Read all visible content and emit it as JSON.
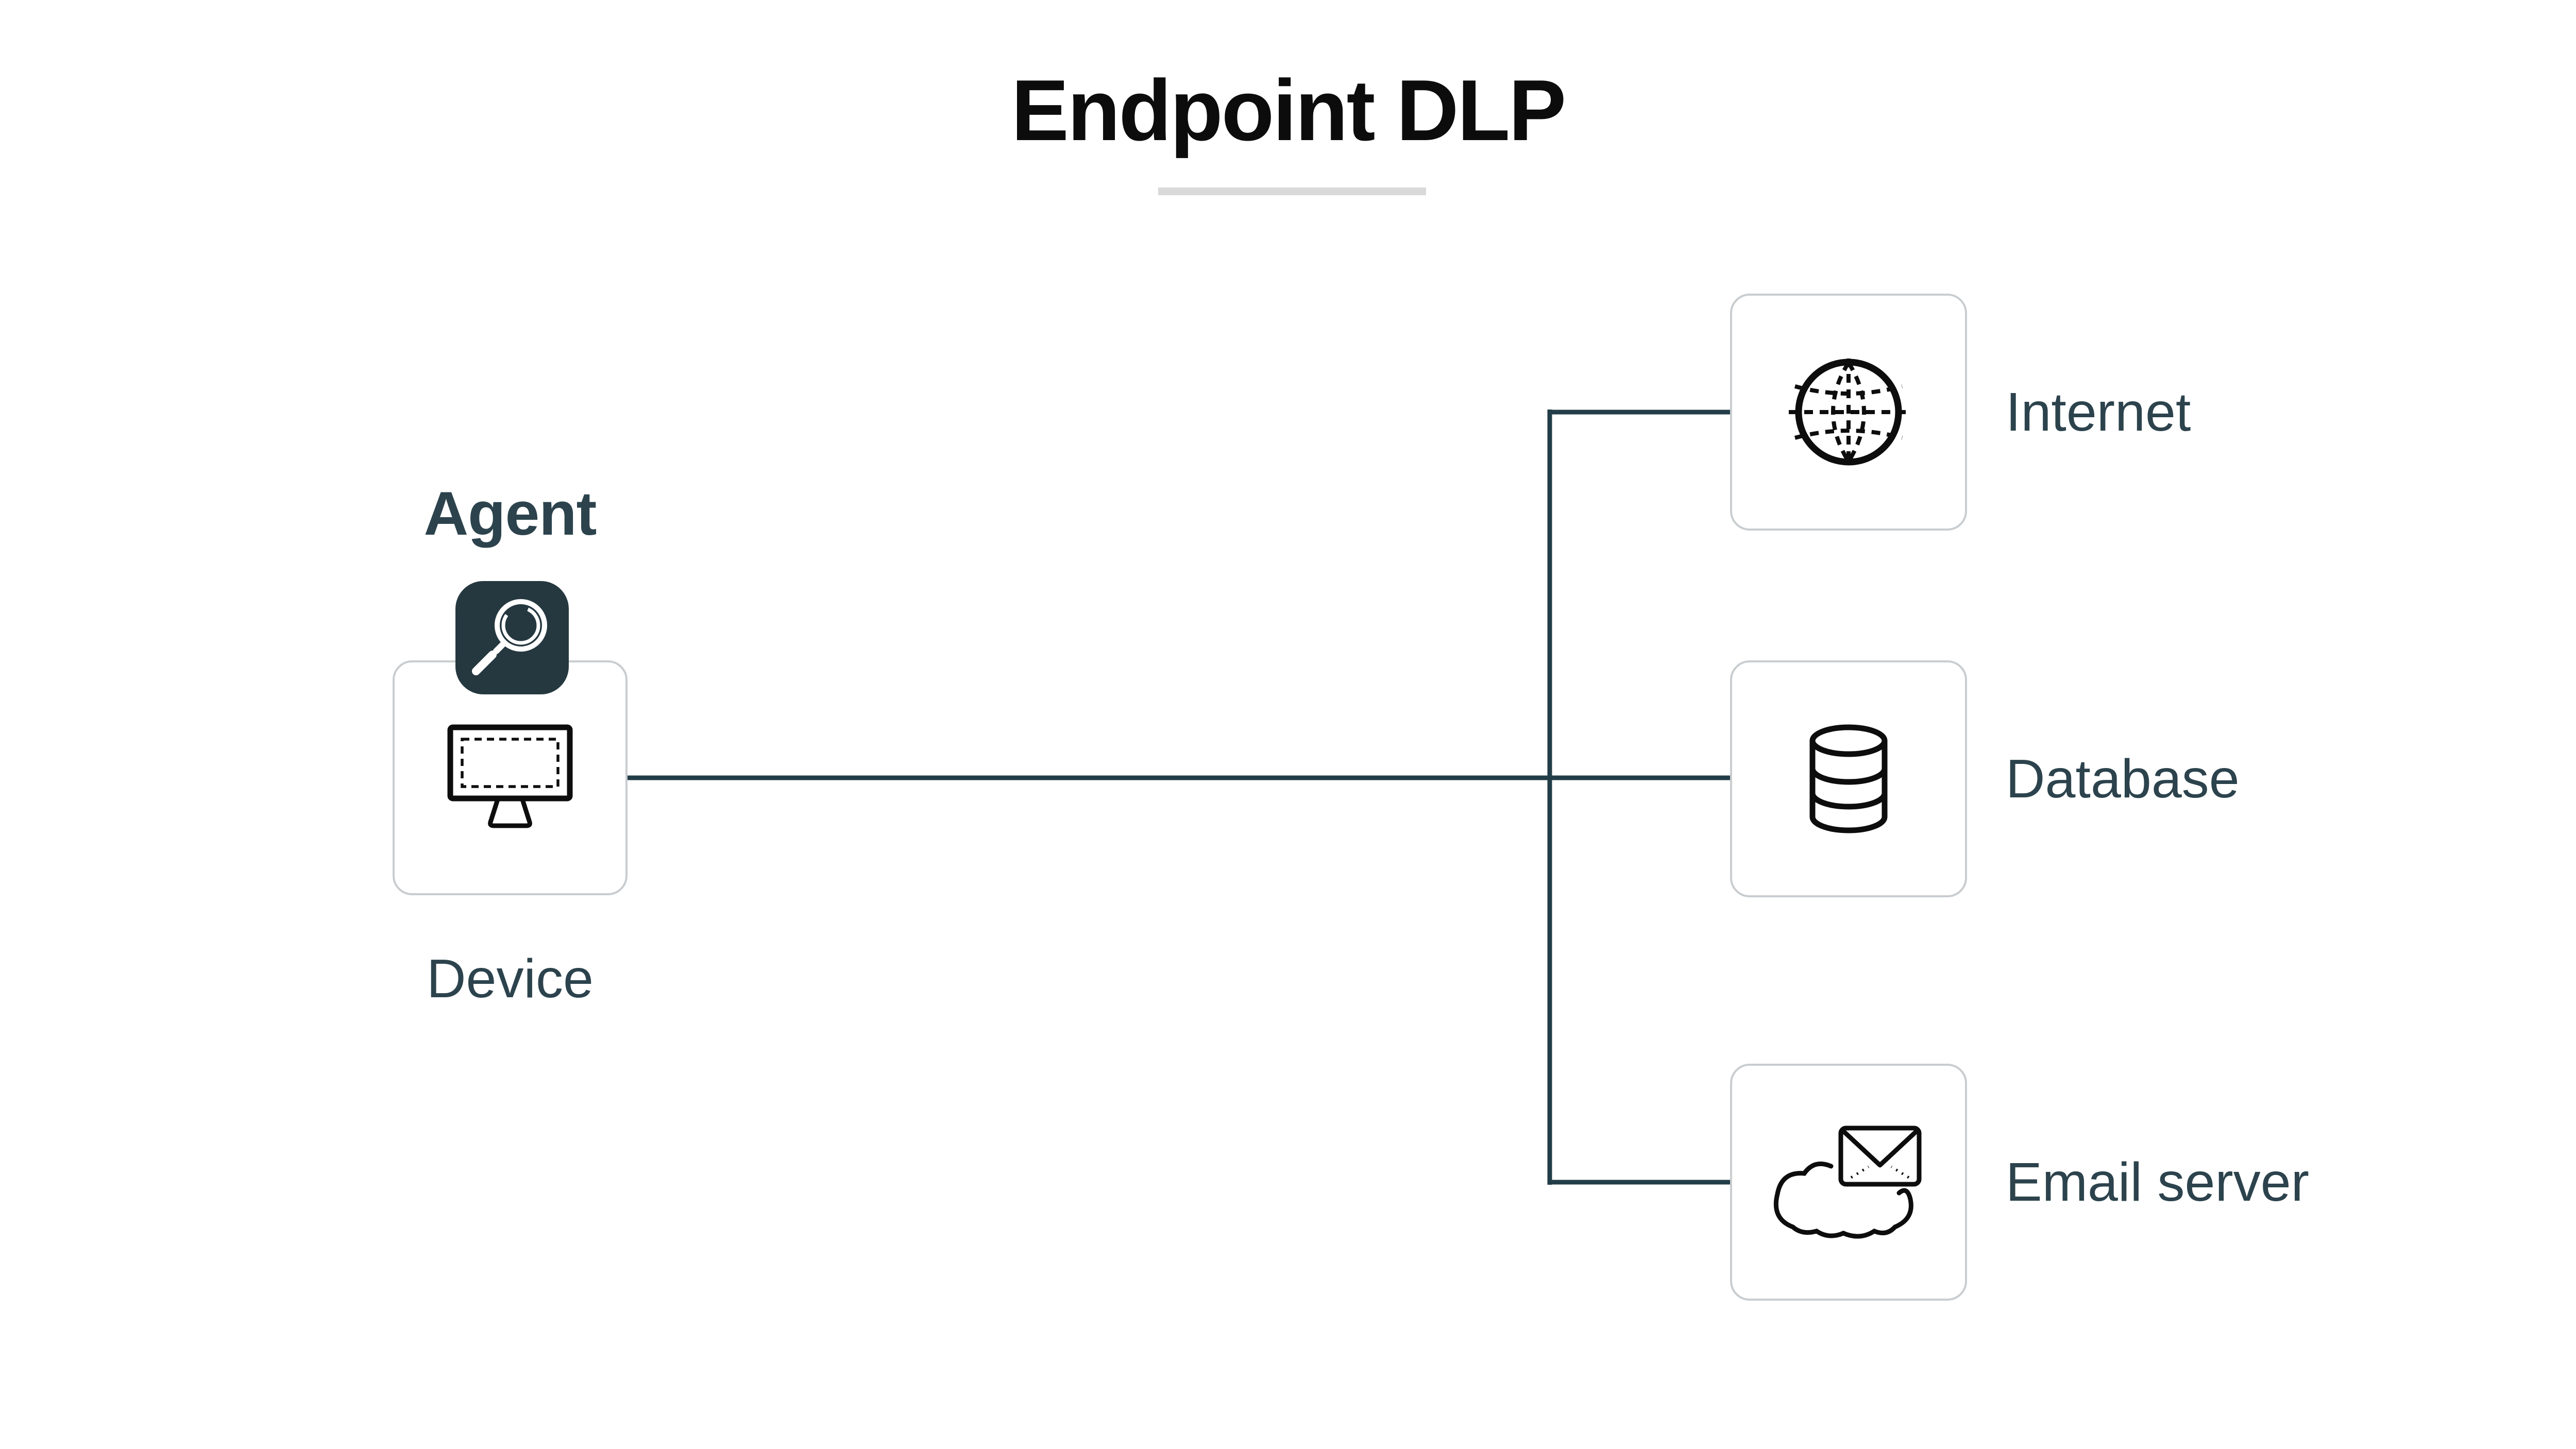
{
  "title": "Endpoint DLP",
  "agent": {
    "label": "Agent",
    "icon": "magnifier-icon"
  },
  "device": {
    "label": "Device",
    "icon": "monitor-icon"
  },
  "targets": [
    {
      "label": "Internet",
      "icon": "globe-icon"
    },
    {
      "label": "Database",
      "icon": "database-icon"
    },
    {
      "label": "Email server",
      "icon": "cloud-email-icon"
    }
  ],
  "colors": {
    "background": "#ffffff",
    "title_text": "#0c0c0c",
    "underline_gray": "#d9d9d9",
    "label_text": "#2c434d",
    "badge_background": "#253840",
    "badge_icon_stroke": "#ffffff",
    "connector_line": "#223d47",
    "box_border": "#c9cdd0",
    "icon_stroke": "#0d0d0d"
  }
}
